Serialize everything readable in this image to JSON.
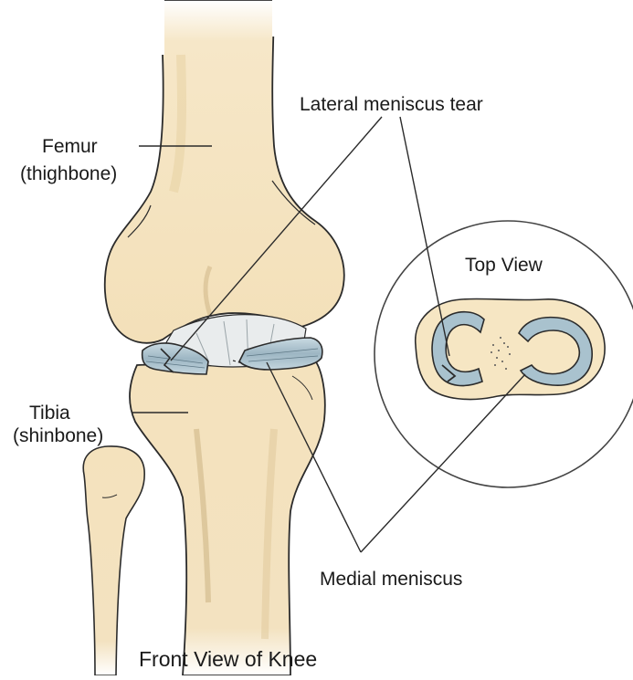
{
  "caption": "Front View of Knee",
  "labels": {
    "femur": "Femur",
    "femur_sub": "(thighbone)",
    "tibia": "Tibia",
    "tibia_sub": "(shinbone)",
    "lateral_tear": "Lateral meniscus tear",
    "medial": "Medial meniscus",
    "top_view": "Top View"
  },
  "colors": {
    "bone": "#f6e6c3",
    "bone_shade": "#e7d1a1",
    "outline": "#2b2b2b",
    "meniscus": "#9db6c3",
    "meniscus_light": "#c9dae2",
    "cartilage": "#e8ecec"
  }
}
